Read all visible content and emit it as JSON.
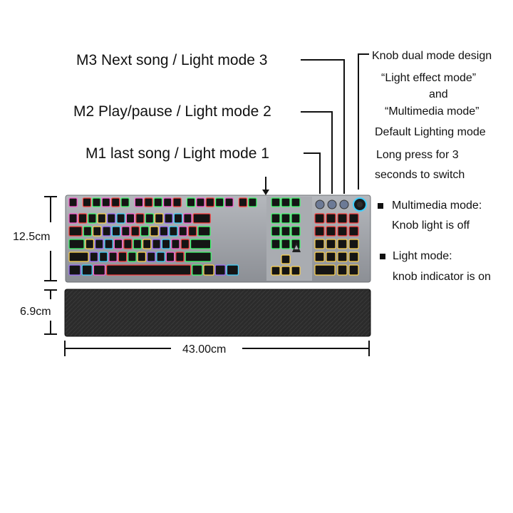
{
  "callouts": {
    "m3": "M3 Next song / Light mode 3",
    "m2": "M2 Play/pause / Light mode 2",
    "m1": "M1 last song / Light mode 1"
  },
  "knob_notes": {
    "line1": "Knob dual mode design",
    "line2": "“Light effect mode”",
    "line3": "and",
    "line4": "“Multimedia mode”",
    "line5": "Default Lighting mode",
    "line6": "Long press for 3",
    "line7": "seconds to switch"
  },
  "modes": [
    {
      "title": "Multimedia mode:",
      "detail": "Knob light is off"
    },
    {
      "title": "Light mode:",
      "detail": "knob indicator is on"
    }
  ],
  "dimensions": {
    "keyboard_height": "12.5cm",
    "wrist_rest_height": "6.9cm",
    "width": "43.00cm"
  },
  "colors": {
    "frame": "#9a9da3",
    "keycap": "#141414",
    "wrist_rest": "#2a2a2a",
    "backlight": [
      "#3fd0ff",
      "#ff5ad0",
      "#ff4040",
      "#3cff6a",
      "#ffd24a",
      "#a070ff"
    ]
  },
  "icons": [
    "knob-icon",
    "media-button-icon",
    "brand-logo-icon"
  ]
}
